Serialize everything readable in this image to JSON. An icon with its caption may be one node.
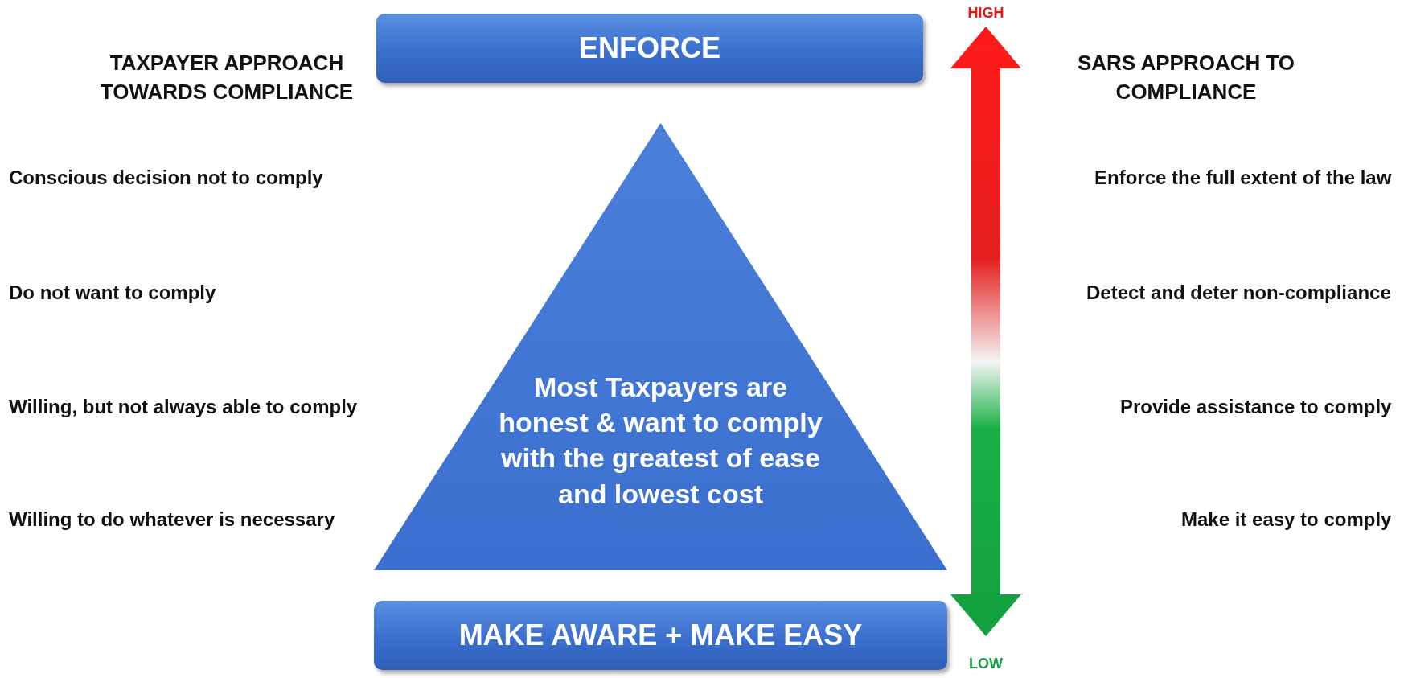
{
  "diagram": {
    "nodes": [
      {
        "text": [
          "ENFORCE"
        ]
      },
      {
        "text": [
          "Most Taxpayers are honest & want to comply with the greatest of ease and lowest cost"
        ]
      },
      {
        "text": [
          "MAKE AWARE + MAKE EASY"
        ]
      }
    ],
    "labels": [
      "HIGH",
      "TAXPAYER APPROACH TOWARDS COMPLIANCE",
      "SARS APPROACH TO COMPLIANCE",
      "Conscious decision not to comply",
      "Enforce the full extent of the law",
      "Do not want to comply",
      "Detect and deter non-compliance",
      "Willing, but not always able to comply",
      "Provide assistance to comply",
      "Willing to do whatever is necessary",
      "Make it easy to comply",
      "LOW"
    ]
  }
}
